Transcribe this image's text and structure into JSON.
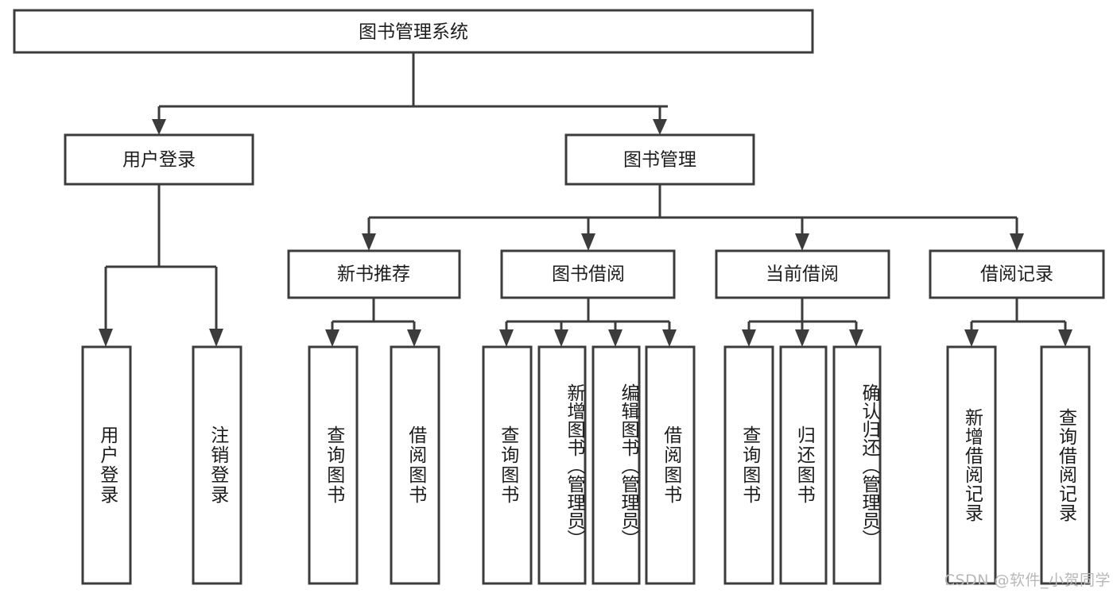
{
  "diagram": {
    "title": "图书管理系统",
    "type": "tree-hierarchy",
    "orientation": "top-down",
    "colors": {
      "box_stroke": "#3c3c3c",
      "box_fill": "#ffffff",
      "connector": "#3c3c3c",
      "text": "#1c1c1c",
      "watermark": "#b8b8b8",
      "background": "#ffffff"
    },
    "root": {
      "label": "图书管理系统"
    },
    "level1": [
      {
        "label": "用户登录"
      },
      {
        "label": "图书管理"
      }
    ],
    "level2": [
      {
        "label": "新书推荐"
      },
      {
        "label": "图书借阅"
      },
      {
        "label": "当前借阅"
      },
      {
        "label": "借阅记录"
      }
    ],
    "leaves": {
      "user_login": [
        {
          "label": "用户登录"
        },
        {
          "label": "注销登录"
        }
      ],
      "new_book_recommend": [
        {
          "label": "查询图书"
        },
        {
          "label": "借阅图书"
        }
      ],
      "book_borrow": [
        {
          "label": "查询图书"
        },
        {
          "label": "新增图书（管理员）"
        },
        {
          "label": "编辑图书（管理员）"
        },
        {
          "label": "借阅图书"
        }
      ],
      "current_borrow": [
        {
          "label": "查询图书"
        },
        {
          "label": "归还图书"
        },
        {
          "label": "确认归还（管理员）"
        }
      ],
      "borrow_record": [
        {
          "label": "新增借阅记录"
        },
        {
          "label": "查询借阅记录"
        }
      ]
    }
  },
  "watermark": {
    "text": "CSDN @软件_小贺同学"
  }
}
